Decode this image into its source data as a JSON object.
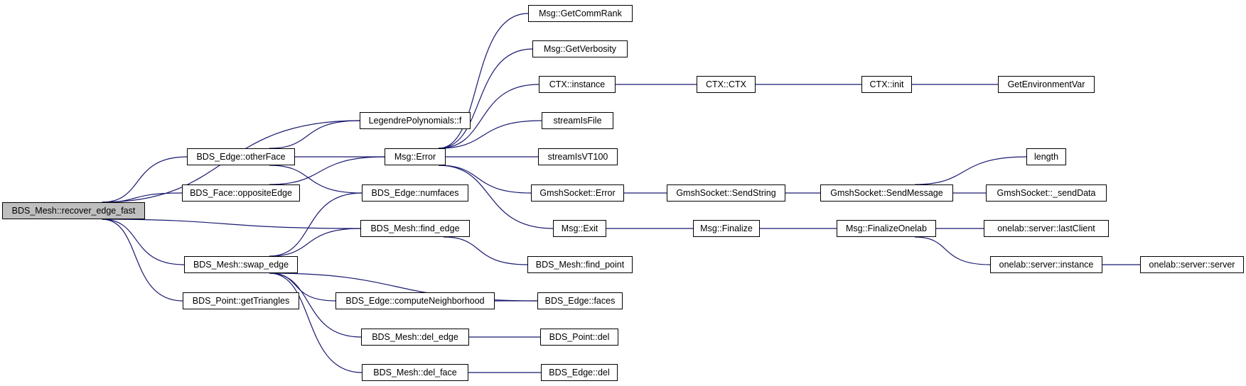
{
  "graph": {
    "root": "BDS_Mesh::recover_edge_fast",
    "edge_color": "#191970",
    "nodes": {
      "root": "BDS_Mesh::recover_edge_fast",
      "legendre_f": "LegendrePolynomials::f",
      "edge_otherface": "BDS_Edge::otherFace",
      "face_oppositeedge": "BDS_Face::oppositeEdge",
      "mesh_swap_edge": "BDS_Mesh::swap_edge",
      "point_gettriangles": "BDS_Point::getTriangles",
      "msg_error": "Msg::Error",
      "edge_numfaces": "BDS_Edge::numfaces",
      "mesh_find_edge": "BDS_Mesh::find_edge",
      "edge_computeneighborhood": "BDS_Edge::computeNeighborhood",
      "mesh_del_edge": "BDS_Mesh::del_edge",
      "mesh_del_face": "BDS_Mesh::del_face",
      "msg_getcommrank": "Msg::GetCommRank",
      "msg_getverbosity": "Msg::GetVerbosity",
      "ctx_instance": "CTX::instance",
      "streamisfile": "streamIsFile",
      "streamisvt100": "streamIsVT100",
      "gmshsocket_error": "GmshSocket::Error",
      "msg_exit": "Msg::Exit",
      "mesh_find_point": "BDS_Mesh::find_point",
      "edge_faces": "BDS_Edge::faces",
      "point_del": "BDS_Point::del",
      "edge_del": "BDS_Edge::del",
      "ctx_ctx": "CTX::CTX",
      "gmshsocket_sendstring": "GmshSocket::SendString",
      "msg_finalize": "Msg::Finalize",
      "ctx_init": "CTX::init",
      "gmshsocket_sendmessage": "GmshSocket::SendMessage",
      "msg_finalizeonelab": "Msg::FinalizeOnelab",
      "getenvironmentvar": "GetEnvironmentVar",
      "length": "length",
      "gmshsocket_senddata": "GmshSocket::_sendData",
      "onelab_lastclient": "onelab::server::lastClient",
      "onelab_instance": "onelab::server::instance",
      "onelab_server": "onelab::server::server"
    },
    "edges": [
      [
        "root",
        "legendre_f"
      ],
      [
        "root",
        "edge_otherface"
      ],
      [
        "root",
        "face_oppositeedge"
      ],
      [
        "root",
        "mesh_find_edge"
      ],
      [
        "root",
        "mesh_swap_edge"
      ],
      [
        "root",
        "point_gettriangles"
      ],
      [
        "edge_otherface",
        "legendre_f"
      ],
      [
        "edge_otherface",
        "msg_error"
      ],
      [
        "edge_otherface",
        "edge_numfaces"
      ],
      [
        "face_oppositeedge",
        "msg_error"
      ],
      [
        "mesh_swap_edge",
        "edge_numfaces"
      ],
      [
        "mesh_swap_edge",
        "mesh_find_edge"
      ],
      [
        "mesh_swap_edge",
        "edge_faces"
      ],
      [
        "mesh_swap_edge",
        "edge_computeneighborhood"
      ],
      [
        "mesh_swap_edge",
        "mesh_del_edge"
      ],
      [
        "mesh_swap_edge",
        "mesh_del_face"
      ],
      [
        "msg_error",
        "msg_getcommrank"
      ],
      [
        "msg_error",
        "msg_getverbosity"
      ],
      [
        "msg_error",
        "ctx_instance"
      ],
      [
        "msg_error",
        "streamisfile"
      ],
      [
        "msg_error",
        "streamisvt100"
      ],
      [
        "msg_error",
        "gmshsocket_error"
      ],
      [
        "msg_error",
        "msg_exit"
      ],
      [
        "mesh_find_edge",
        "mesh_find_point"
      ],
      [
        "edge_computeneighborhood",
        "edge_faces"
      ],
      [
        "mesh_del_edge",
        "point_del"
      ],
      [
        "mesh_del_face",
        "edge_del"
      ],
      [
        "ctx_instance",
        "ctx_ctx"
      ],
      [
        "ctx_ctx",
        "ctx_init"
      ],
      [
        "ctx_init",
        "getenvironmentvar"
      ],
      [
        "gmshsocket_error",
        "gmshsocket_sendstring"
      ],
      [
        "gmshsocket_sendstring",
        "gmshsocket_sendmessage"
      ],
      [
        "gmshsocket_sendmessage",
        "length"
      ],
      [
        "gmshsocket_sendmessage",
        "gmshsocket_senddata"
      ],
      [
        "msg_exit",
        "msg_finalize"
      ],
      [
        "msg_finalize",
        "msg_finalizeonelab"
      ],
      [
        "msg_finalizeonelab",
        "onelab_lastclient"
      ],
      [
        "msg_finalizeonelab",
        "onelab_instance"
      ],
      [
        "onelab_instance",
        "onelab_server"
      ]
    ]
  }
}
